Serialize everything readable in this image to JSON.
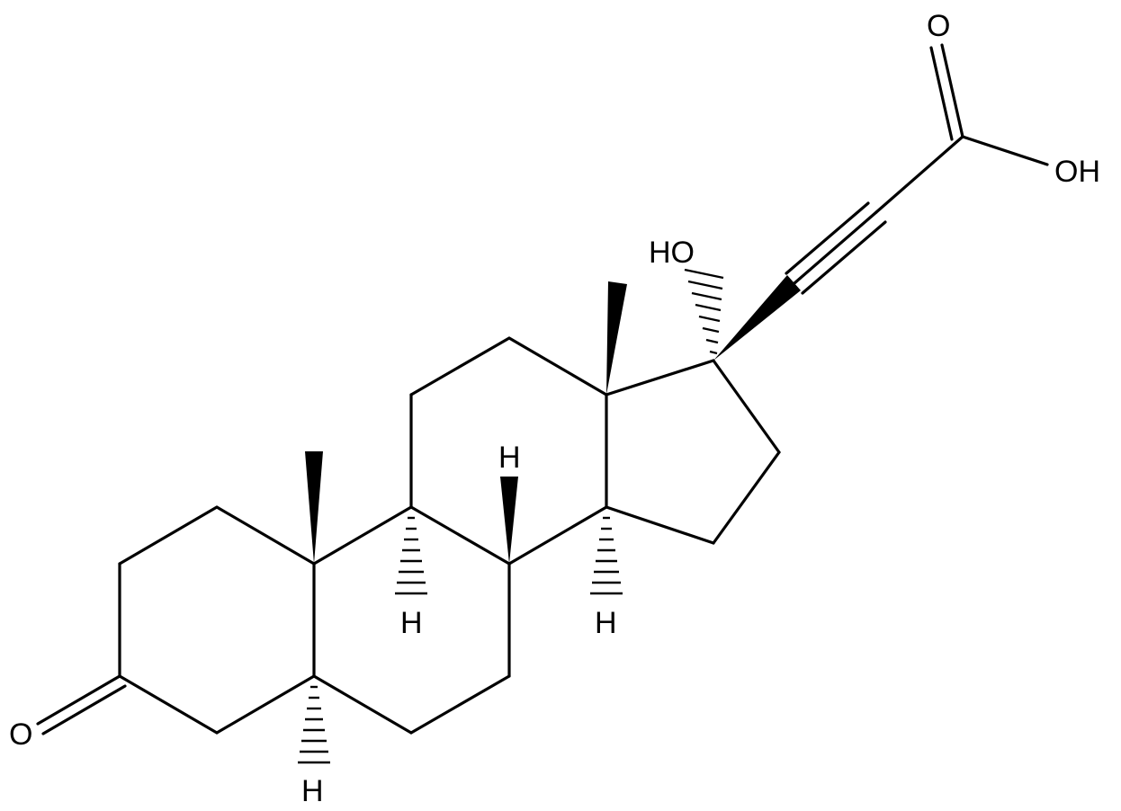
{
  "molecule": {
    "atom_labels": {
      "carbonyl_oxygen": "O",
      "acid_carbonyl_oxygen": "O",
      "acid_hydroxyl": "OH",
      "hydroxyl_17": "HO",
      "h5": "H",
      "h9": "H",
      "h8": "H",
      "h14": "H"
    },
    "colors": {
      "bond": "#000000",
      "background": "#ffffff"
    }
  }
}
